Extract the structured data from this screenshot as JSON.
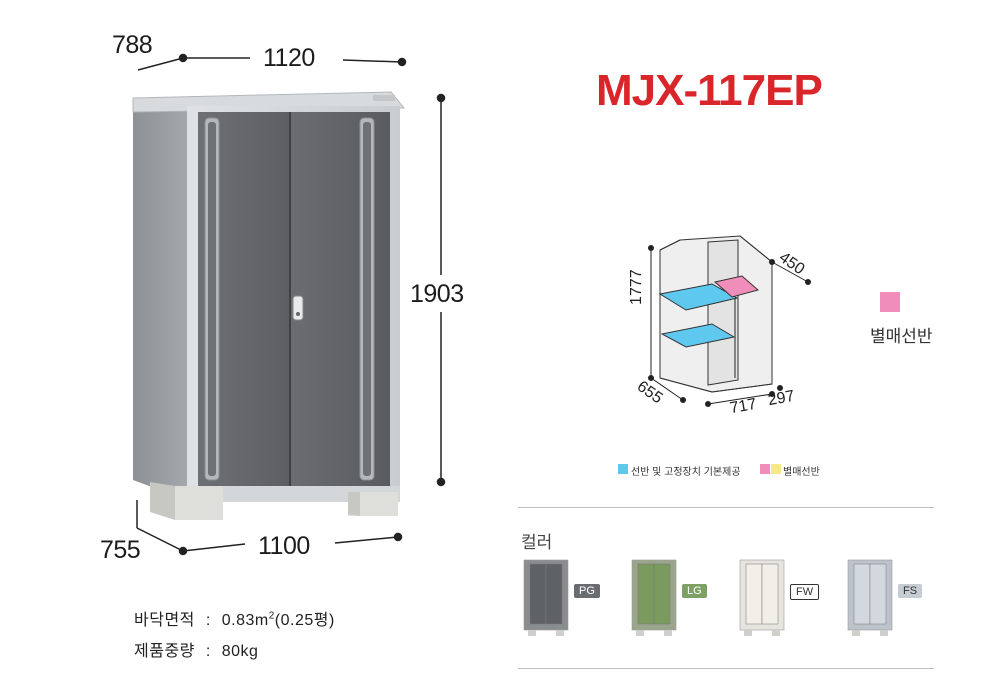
{
  "product": {
    "model": "MJX-117EP"
  },
  "dimensions": {
    "top_width": "1120",
    "top_depth": "788",
    "height": "1903",
    "bottom_width": "1100",
    "bottom_depth": "755"
  },
  "interior": {
    "height": "1777",
    "depth_top": "450",
    "depth_bottom": "655",
    "width_main": "717",
    "width_side": "297"
  },
  "optional_shelf_label": "별매선반",
  "legend": {
    "included_label": "선반 및 고정장치 기본제공",
    "optional_label": "별매선반"
  },
  "specs": {
    "floor_area_label": "바닥면적",
    "floor_area_value": "0.83m",
    "floor_area_sup": "2",
    "floor_area_pyeong": "(0.25평)",
    "weight_label": "제품중량",
    "weight_value": "80kg",
    "separator": ":"
  },
  "colors": {
    "section_title": "컬러",
    "options": [
      {
        "code": "PG",
        "body": "#8a8d90",
        "door": "#5f6265"
      },
      {
        "code": "LG",
        "body": "#9aa58c",
        "door": "#7a9a5e"
      },
      {
        "code": "FW",
        "body": "#e6e4de",
        "door": "#f1efe8"
      },
      {
        "code": "FS",
        "body": "#bcc3ca",
        "door": "#d2d8de"
      }
    ]
  },
  "palette": {
    "shelf_blue": "#5ec8ef",
    "shelf_pink": "#f08dbb",
    "shelf_yellow": "#f7e98a",
    "title_red": "#d9262b"
  }
}
